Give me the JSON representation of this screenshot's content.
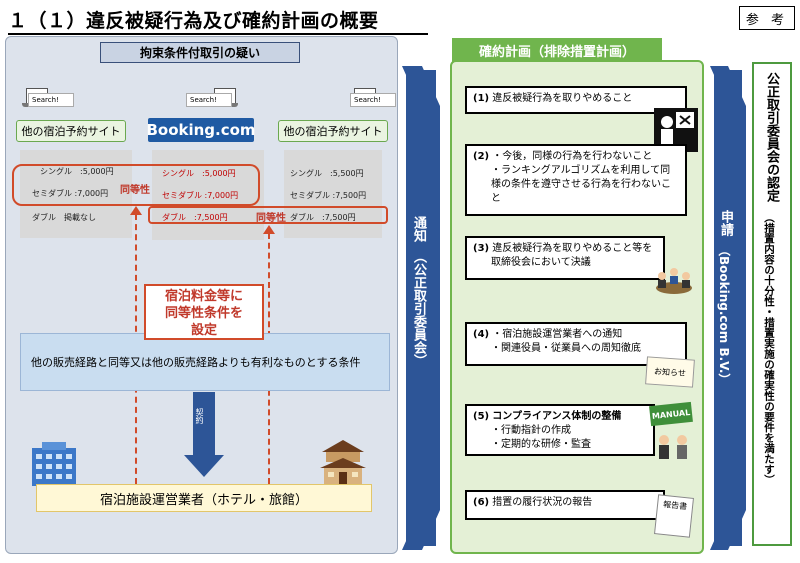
{
  "header": {
    "title": "１（１）違反被疑行為及び確約計画の概要",
    "reference": "参 考"
  },
  "left": {
    "heading": "拘束条件付取引の疑い",
    "sites": {
      "other_left": "他の宿泊予約サイト",
      "booking": "Booking.com",
      "other_right": "他の宿泊予約サイト"
    },
    "search_label": "Search!",
    "prices": {
      "left": [
        "シングル　:5,000円",
        "セミダブル :7,000円",
        "ダブル　掲載なし"
      ],
      "center": [
        "シングル　:5,000円",
        "セミダブル :7,000円",
        "ダブル　:7,500円"
      ],
      "right": [
        "シングル　:5,500円",
        "セミダブル :7,500円",
        "ダブル　:7,500円"
      ]
    },
    "parity_label": "同等性",
    "rate_box": [
      "宿泊料金等に",
      "同等性条件を",
      "設定"
    ],
    "condition": "他の販売経路と同等又は他の販売経路よりも有利なものとする条件",
    "contract_label": "契約",
    "operator": "宿泊施設運営業者（ホテル・旅館）"
  },
  "arrow_notice": {
    "main": "通知",
    "sub": "（公正取引委員会）"
  },
  "middle": {
    "title": "確約計画（排除措置計画）",
    "steps": [
      {
        "num": "(1)",
        "lines": [
          "違反被疑行為を取りやめること"
        ]
      },
      {
        "num": "(2)",
        "lines": [
          "・今後，同様の行為を行わないこと",
          "・ランキングアルゴリズムを利用して同様の条件を遵守させる行為を行わないこと"
        ]
      },
      {
        "num": "(3)",
        "lines": [
          "違反被疑行為を取りやめること等を",
          "取締役会において決議"
        ]
      },
      {
        "num": "(4)",
        "lines": [
          "・宿泊施設運営業者への通知",
          "・関連役員・従業員への周知徹底"
        ]
      },
      {
        "num": "(5)",
        "lines": [
          "コンプライアンス体制の整備",
          "・行動指針の作成",
          "・定期的な研修・監査"
        ]
      },
      {
        "num": "(6)",
        "lines": [
          "措置の履行状況の報告"
        ]
      }
    ],
    "notice_icon_label": "お知らせ",
    "manual_icon_label": "MANUAL",
    "report_icon_label": "報告書"
  },
  "arrow_apply": {
    "main": "申請",
    "sub": "（Booking.com B.V.）"
  },
  "right": {
    "title": "公正取引委員会の認定",
    "sub": "（措置内容の十分性・措置実施の確実性の要件を満たす）"
  },
  "colors": {
    "accent_green": "#70b54d",
    "accent_blue": "#2d5597",
    "accent_red": "#d14b2a"
  }
}
